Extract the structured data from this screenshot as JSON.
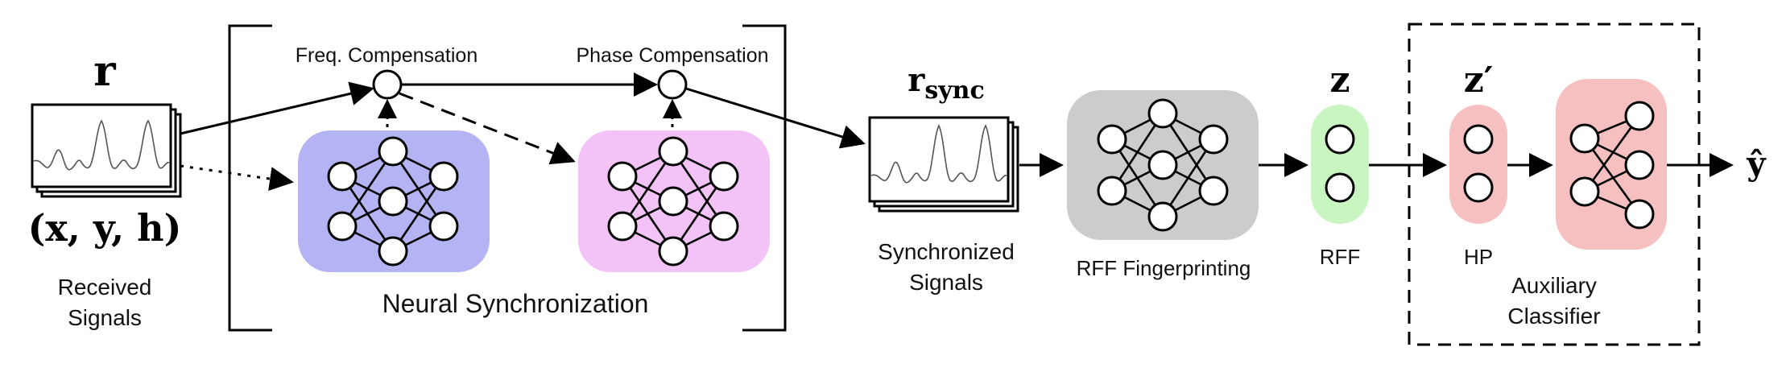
{
  "input": {
    "symbol": "r",
    "tuple": "(x, y, h)",
    "label_line1": "Received",
    "label_line2": "Signals"
  },
  "neural_sync": {
    "freq_label": "Freq.  Compensation",
    "phase_label": "Phase Compensation",
    "title": "Neural Synchronization",
    "freq_net_color": "#b4b4f4",
    "phase_net_color": "#f3c3f7"
  },
  "sync_output": {
    "symbol_main": "r",
    "symbol_sub": "sync",
    "label_line1": "Synchronized",
    "label_line2": "Signals"
  },
  "fingerprinting": {
    "label": "RFF Fingerprinting",
    "color": "#cccccc"
  },
  "rff": {
    "symbol": "z",
    "label": "RFF",
    "color": "#c8f5c0"
  },
  "hp": {
    "symbol": "z′",
    "label": "HP",
    "color": "#f6c0c0"
  },
  "aux": {
    "label_line1": "Auxiliary",
    "label_line2": "Classifier",
    "color": "#f6c0c0"
  },
  "output": {
    "symbol": "ŷ"
  }
}
